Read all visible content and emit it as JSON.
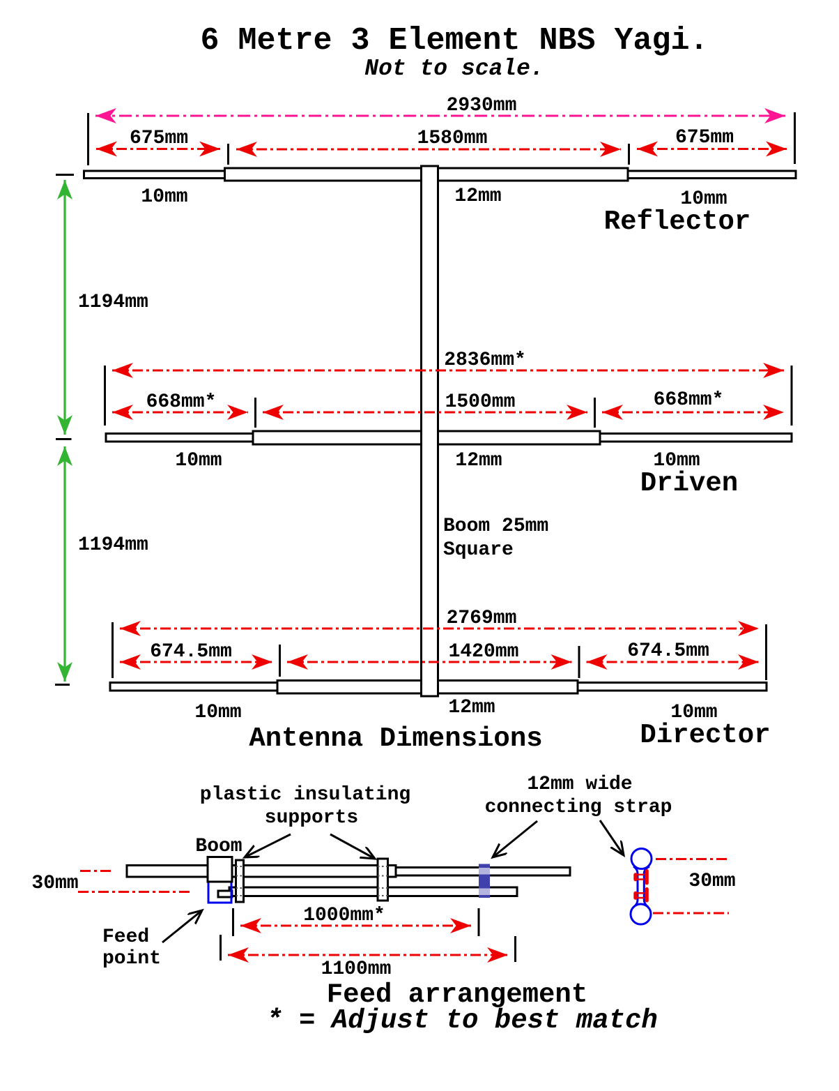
{
  "title": "6 Metre 3 Element NBS Yagi.",
  "subtitle": "Not to scale.",
  "colors": {
    "red": "#ee0000",
    "magenta": "#ff1493",
    "green": "#33b533",
    "blue": "#0000ee",
    "strap-dark": "#4040ad",
    "strap-light": "#b4b4de",
    "black": "#000000"
  },
  "antenna": {
    "caption": "Antenna Dimensions",
    "boom_label": [
      "Boom 25mm",
      "Square"
    ],
    "spacing_reflector_driven": "1194mm",
    "spacing_driven_director": "1194mm",
    "reflector": {
      "label": "Reflector",
      "overall": "2930mm",
      "tip_left": "675mm",
      "centre": "1580mm",
      "tip_right": "675mm",
      "dia_left": "10mm",
      "dia_centre": "12mm",
      "dia_right": "10mm"
    },
    "driven": {
      "label": "Driven",
      "overall": "2836mm*",
      "tip_left": "668mm*",
      "centre": "1500mm",
      "tip_right": "668mm*",
      "dia_left": "10mm",
      "dia_centre": "12mm",
      "dia_right": "10mm"
    },
    "director": {
      "label": "Director",
      "overall": "2769mm",
      "tip_left": "674.5mm",
      "centre": "1420mm",
      "tip_right": "674.5mm",
      "dia_left": "10mm",
      "dia_centre": "12mm",
      "dia_right": "10mm"
    }
  },
  "feed": {
    "caption": "Feed arrangement",
    "note": "* = Adjust to best match",
    "supports_label": [
      "plastic insulating",
      "supports"
    ],
    "strap_label": [
      "12mm wide",
      "connecting strap"
    ],
    "boom_label": "Boom",
    "offset_label": "30mm",
    "feed_point_label": [
      "Feed",
      "point"
    ],
    "dim_inner": "1000mm*",
    "dim_outer": "1100mm",
    "section_offset_label": "30mm"
  }
}
